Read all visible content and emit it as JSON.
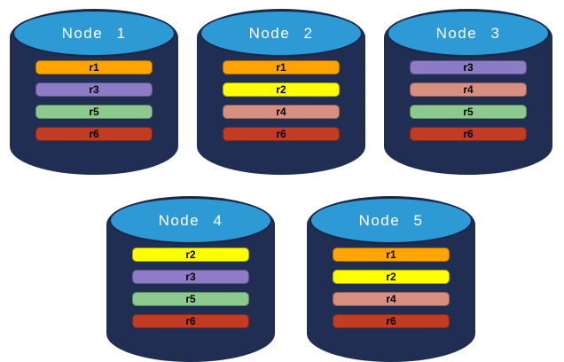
{
  "palette": {
    "cylinder_body": "#1F2E52",
    "cylinder_top": "#2D9AD5",
    "cylinder_outline": "#172745",
    "node_label_text": "#FFFFFF",
    "bar_label_text": "#000000",
    "replica_colors": {
      "r1": "#FFA400",
      "r2": "#FFFF00",
      "r3": "#8D7CC5",
      "r4": "#D88F80",
      "r5": "#8CC98C",
      "r6": "#C23B23"
    }
  },
  "nodes": [
    {
      "label": "Node 1",
      "bars": [
        {
          "label": "r1",
          "color": "#FFA400"
        },
        {
          "label": "r3",
          "color": "#8D7CC5"
        },
        {
          "label": "r5",
          "color": "#8CC98C"
        },
        {
          "label": "r6",
          "color": "#C23B23"
        }
      ]
    },
    {
      "label": "Node 2",
      "bars": [
        {
          "label": "r1",
          "color": "#FFA400"
        },
        {
          "label": "r2",
          "color": "#FFFF00"
        },
        {
          "label": "r4",
          "color": "#D88F80"
        },
        {
          "label": "r6",
          "color": "#C23B23"
        }
      ]
    },
    {
      "label": "Node 3",
      "bars": [
        {
          "label": "r3",
          "color": "#8D7CC5"
        },
        {
          "label": "r4",
          "color": "#D88F80"
        },
        {
          "label": "r5",
          "color": "#8CC98C"
        },
        {
          "label": "r6",
          "color": "#C23B23"
        }
      ]
    },
    {
      "label": "Node 4",
      "bars": [
        {
          "label": "r2",
          "color": "#FFFF00"
        },
        {
          "label": "r3",
          "color": "#8D7CC5"
        },
        {
          "label": "r5",
          "color": "#8CC98C"
        },
        {
          "label": "r6",
          "color": "#C23B23"
        }
      ]
    },
    {
      "label": "Node 5",
      "bars": [
        {
          "label": "r1",
          "color": "#FFA400"
        },
        {
          "label": "r2",
          "color": "#FFFF00"
        },
        {
          "label": "r4",
          "color": "#D88F80"
        },
        {
          "label": "r6",
          "color": "#C23B23"
        }
      ]
    }
  ]
}
